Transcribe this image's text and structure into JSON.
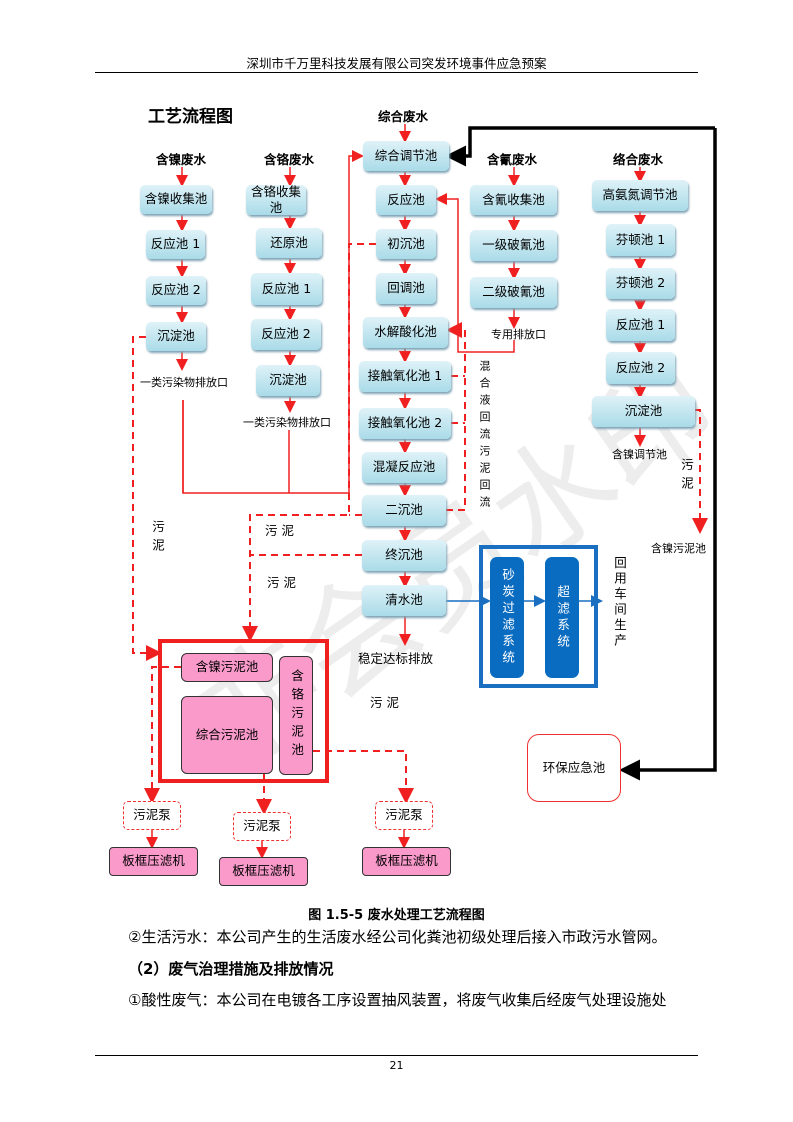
{
  "header": {
    "title": "深圳市千万里科技发展有限公司突发环境事件应急预案"
  },
  "flow": {
    "title": "工艺流程图",
    "comprehensive_source": "综合废水",
    "nickel": {
      "source": "含镍废水",
      "boxes": [
        "含镍收集池",
        "反应池 1",
        "反应池 2",
        "沉淀池"
      ],
      "outlet": "一类污染物排放口"
    },
    "chromium": {
      "source": "含铬废水",
      "boxes": [
        "含铬收集池",
        "还原池",
        "反应池 1",
        "反应池 2",
        "沉淀池"
      ],
      "outlet": "一类污染物排放口"
    },
    "main": {
      "boxes": [
        "综合调节池",
        "反应池",
        "初沉池",
        "回调池",
        "水解酸化池",
        "接触氧化池 1",
        "接触氧化池 2",
        "混凝反应池",
        "二沉池",
        "终沉池",
        "清水池"
      ],
      "discharge": "稳定达标排放"
    },
    "cyanide": {
      "source": "含氰废水",
      "boxes": [
        "含氰收集池",
        "一级破氰池",
        "二级破氰池"
      ],
      "outlet": "专用排放口"
    },
    "complex": {
      "source": "络合废水",
      "boxes": [
        "高氨氮调节池",
        "芬顿池 1",
        "芬顿池 2",
        "反应池 1",
        "反应池 2",
        "沉淀池"
      ],
      "to_nickel_tank": "含镍调节池",
      "sludge_label": "污泥",
      "to_nickel_sludge": "含镍污泥池"
    },
    "reflux_label": "混合液回流污泥回流",
    "sludge_labels": [
      "污泥",
      "污 泥",
      "污 泥",
      "污 泥"
    ],
    "reuse": {
      "sand_carbon": "砂炭过滤系统",
      "ultrafiltration": "超滤系统",
      "target": "回用车间生产"
    },
    "sludge_tanks": {
      "nickel": "含镍污泥池",
      "comprehensive": "综合污泥池",
      "chromium": "含铬污泥池"
    },
    "pumps": [
      "污泥泵",
      "污泥泵",
      "污泥泵"
    ],
    "filter_presses": [
      "板框压滤机",
      "板框压滤机",
      "板框压滤机"
    ],
    "emergency_pool": "环保应急池",
    "watermark": "非会员水印"
  },
  "caption": "图 1.5-5 废水处理工艺流程图",
  "body": [
    "②生活污水：本公司产生的生活废水经公司化粪池初级处理后接入市政污水管网。",
    "（2）废气治理措施及排放情况",
    "①酸性废气：本公司在电镀各工序设置抽风装置，将废气收集后经废气处理设施处"
  ],
  "footer": {
    "page_number": "21"
  },
  "colors": {
    "red": "#f02020",
    "blue_box": "#0a6cc0",
    "pink": "#f99acb",
    "teal_box": "#a9dbe8"
  }
}
